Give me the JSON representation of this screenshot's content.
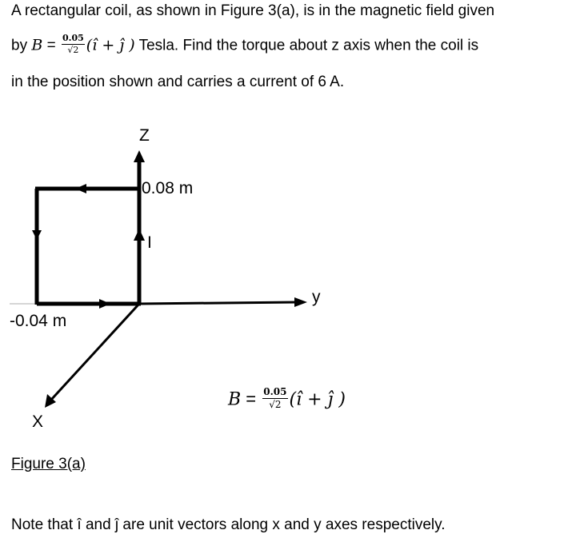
{
  "problem": {
    "line1": "A rectangular coil, as shown in Figure 3(a), is in the magnetic field given",
    "line2_prefix": "by",
    "B_symbol": "B",
    "equals": "=",
    "frac_num": "0.05",
    "frac_den": "√2",
    "vector_expr": "(î + ĵ )",
    "line2_suffix": "Tesla.  Find the torque about z axis when the coil is",
    "line3": "in the position shown and carries a current of 6 A."
  },
  "figure": {
    "axis_z": "Z",
    "axis_y": "y",
    "axis_x": "X",
    "dim_top": "0.08 m",
    "dim_left": "-0.04 m",
    "current_label": "I",
    "formula": {
      "B_symbol": "B",
      "equals": "=",
      "frac_num": "0.05",
      "frac_den": "√2",
      "vector_expr": "(î + ĵ )"
    },
    "colors": {
      "stroke": "#000000",
      "faint_line": "#c8c8c8"
    }
  },
  "caption": "Figure 3(a)",
  "note": "Note that î and ĵ are unit vectors along x and y axes respectively."
}
